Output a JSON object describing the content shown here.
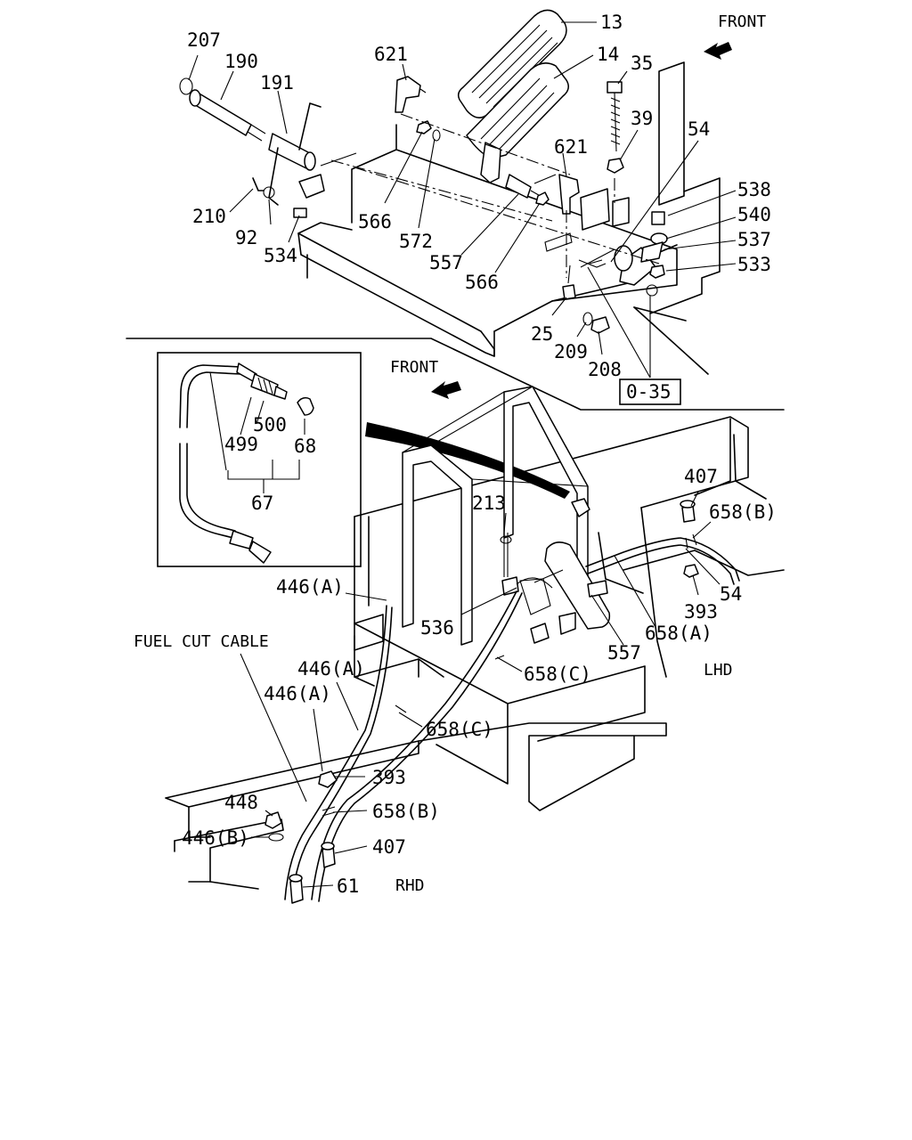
{
  "labels": {
    "front_top": "FRONT",
    "front_mid": "FRONT",
    "lhd": "LHD",
    "rhd": "RHD",
    "fuel_cut_cable": "FUEL CUT CABLE",
    "ref_box": "0-35"
  },
  "callouts": {
    "p207": "207",
    "p190": "190",
    "p191": "191",
    "p621a": "621",
    "p13": "13",
    "p14": "14",
    "p35": "35",
    "p39": "39",
    "p621b": "621",
    "p54a": "54",
    "p538": "538",
    "p540": "540",
    "p537": "537",
    "p533": "533",
    "p210": "210",
    "p92": "92",
    "p534": "534",
    "p566a": "566",
    "p572": "572",
    "p557a": "557",
    "p566b": "566",
    "p25": "25",
    "p209": "209",
    "p208": "208",
    "p500": "500",
    "p499": "499",
    "p68": "68",
    "p67": "67",
    "p213": "213",
    "p407a": "407",
    "p658b_a": "658(B)",
    "p54b": "54",
    "p393a": "393",
    "p658a": "658(A)",
    "p446a_1": "446(A)",
    "p536": "536",
    "p557b": "557",
    "p658c_1": "658(C)",
    "p446a_2": "446(A)",
    "p446a_3": "446(A)",
    "p658c_2": "658(C)",
    "p393b": "393",
    "p448": "448",
    "p658b_b": "658(B)",
    "p446b": "446(B)",
    "p407b": "407",
    "p61": "61"
  }
}
